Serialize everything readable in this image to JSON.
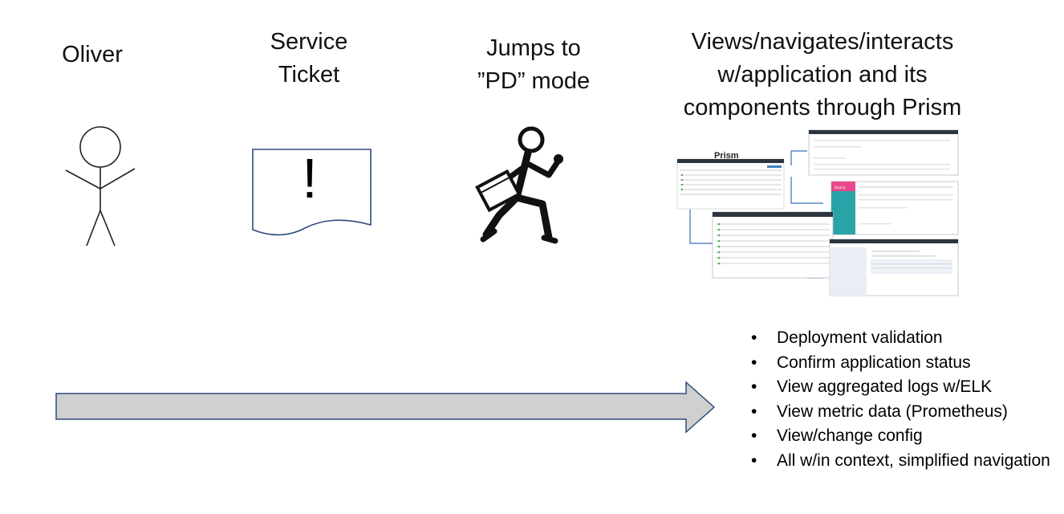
{
  "labels": {
    "oliver": "Oliver",
    "ticket_line1": "Service",
    "ticket_line2": "Ticket",
    "jumps_line1": "Jumps to",
    "jumps_line2": "”PD” mode",
    "views_line1": "Views/navigates/interacts",
    "views_line2": "w/application and its",
    "views_line3": "components through Prism"
  },
  "ticket": {
    "symbol": "!"
  },
  "screenshots": {
    "prism_title": "Prism",
    "kibana_title": "kibana"
  },
  "bullets": [
    "Deployment validation",
    "Confirm application status",
    "View aggregated logs w/ELK",
    "View  metric data (Prometheus)",
    "View/change config",
    "All w/in context, simplified navigation"
  ],
  "colors": {
    "arrow_fill": "#d0d0d0",
    "arrow_stroke": "#2f4b7c",
    "ticket_stroke": "#2f4b7c",
    "connector": "#3b6fb6",
    "kibana_pink": "#e8488b",
    "kibana_teal": "#2aa3a8"
  }
}
